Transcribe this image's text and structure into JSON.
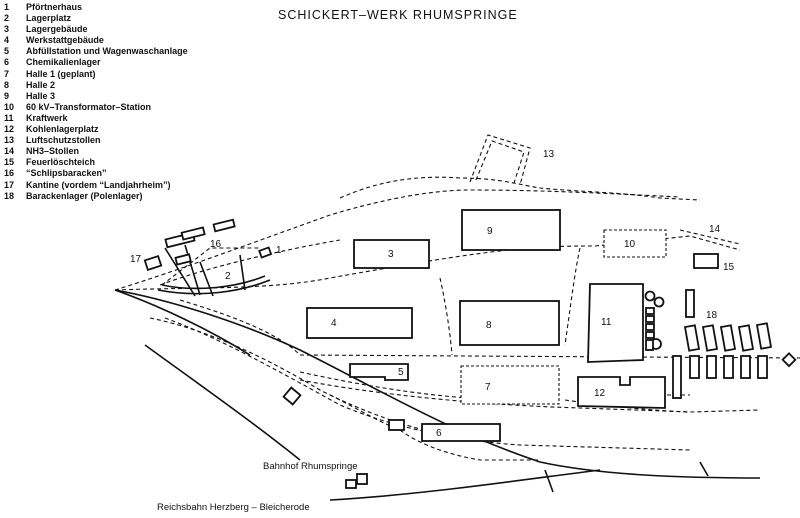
{
  "title": "SCHICKERT–WERK RHUMSPRINGE",
  "legend": [
    {
      "num": "1",
      "text": "Pförtnerhaus"
    },
    {
      "num": "2",
      "text": "Lagerplatz"
    },
    {
      "num": "3",
      "text": "Lagergebäude"
    },
    {
      "num": "4",
      "text": "Werkstattgebäude"
    },
    {
      "num": "5",
      "text": "Abfüllstation und Wagenwaschanlage"
    },
    {
      "num": "6",
      "text": "Chemikalienlager"
    },
    {
      "num": "7",
      "text": "Halle 1 (geplant)"
    },
    {
      "num": "8",
      "text": "Halle 2"
    },
    {
      "num": "9",
      "text": "Halle 3"
    },
    {
      "num": "10",
      "text": "60 kV–Transformator–Station"
    },
    {
      "num": "11",
      "text": "Kraftwerk"
    },
    {
      "num": "12",
      "text": "Kohlenlagerplatz"
    },
    {
      "num": "13",
      "text": "Luftschutzstollen"
    },
    {
      "num": "14",
      "text": "NH3–Stollen"
    },
    {
      "num": "15",
      "text": "Feuerlöschteich"
    },
    {
      "num": "16",
      "text": "“Schlipsbaracken”"
    },
    {
      "num": "17",
      "text": "Kantine (vordem “Landjahrheim”)"
    },
    {
      "num": "18",
      "text": "Barackenlager (Polenlager)"
    }
  ],
  "map_labels": {
    "n1": "1",
    "n2": "2",
    "n3": "3",
    "n4": "4",
    "n5": "5",
    "n6": "6",
    "n7": "7",
    "n8": "8",
    "n9": "9",
    "n10": "10",
    "n11": "11",
    "n12": "12",
    "n13": "13",
    "n14": "14",
    "n15": "15",
    "n16": "16",
    "n17": "17",
    "n18": "18",
    "station": "Bahnhof Rhumspringe",
    "railway": "Reichsbahn Herzberg – Bleicherode"
  }
}
